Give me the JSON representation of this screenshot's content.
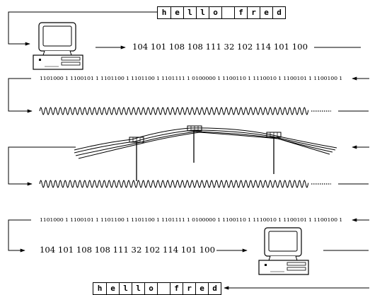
{
  "top_message": {
    "chars": [
      "h",
      "e",
      "l",
      "l",
      "o",
      " ",
      "f",
      "r",
      "e",
      "d"
    ]
  },
  "bottom_message": {
    "chars": [
      "h",
      "e",
      "l",
      "l",
      "o",
      " ",
      "f",
      "r",
      "e",
      "d"
    ]
  },
  "codes_top": "104 101 108 108 111 32 102 114 101 100",
  "codes_bottom": "104 101 108 108 111 32 102 114 101 100",
  "bits_top": "1101000 1 1100101 1 1101100 1 1101100 1 1101111 1 0100000 1 1100110 1 1110010 1 1100101 1 1100100 1",
  "bits_bottom": "1101000 1 1100101 1 1101100 1 1101100 1 1101111 1 0100000 1 1100110 1 1110010 1 1100101 1 1100100 1",
  "colors": {
    "ink": "#000000",
    "screen": "#ffffff"
  },
  "icons": [
    "computer-icon",
    "wave-signal",
    "power-line-poles"
  ]
}
